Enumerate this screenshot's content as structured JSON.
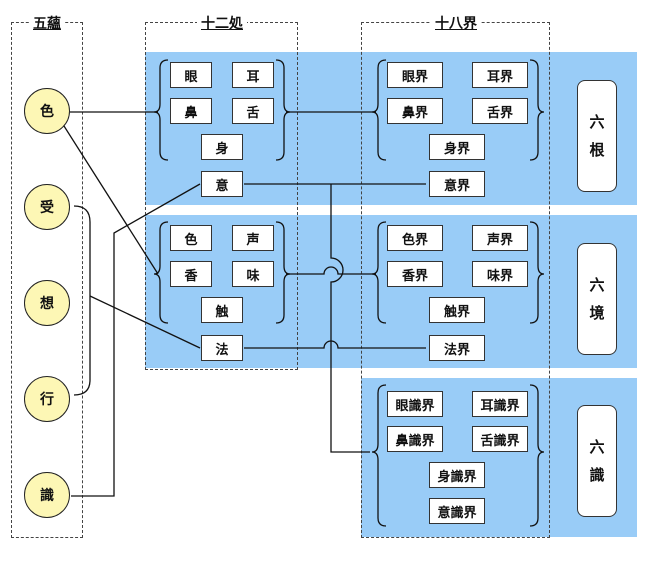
{
  "titles": {
    "goun": "五蘊",
    "juunisho": "十二処",
    "juuhakkai": "十八界"
  },
  "goun": [
    "色",
    "受",
    "想",
    "行",
    "識"
  ],
  "sho": {
    "roku_kon": [
      "眼",
      "耳",
      "鼻",
      "舌",
      "身"
    ],
    "i": "意",
    "roku_kyou": [
      "色",
      "声",
      "香",
      "味",
      "触"
    ],
    "hou": "法"
  },
  "kai": {
    "roku_kon": [
      "眼界",
      "耳界",
      "鼻界",
      "舌界",
      "身界"
    ],
    "ikai": "意界",
    "roku_kyou": [
      "色界",
      "声界",
      "香界",
      "味界",
      "触界"
    ],
    "houkai": "法界",
    "roku_shiki": [
      "眼識界",
      "耳識界",
      "鼻識界",
      "舌識界",
      "身識界",
      "意識界"
    ]
  },
  "side": {
    "roku_kon": [
      "六",
      "根"
    ],
    "roku_kyou": [
      "六",
      "境"
    ],
    "roku_shiki": [
      "六",
      "識"
    ]
  }
}
